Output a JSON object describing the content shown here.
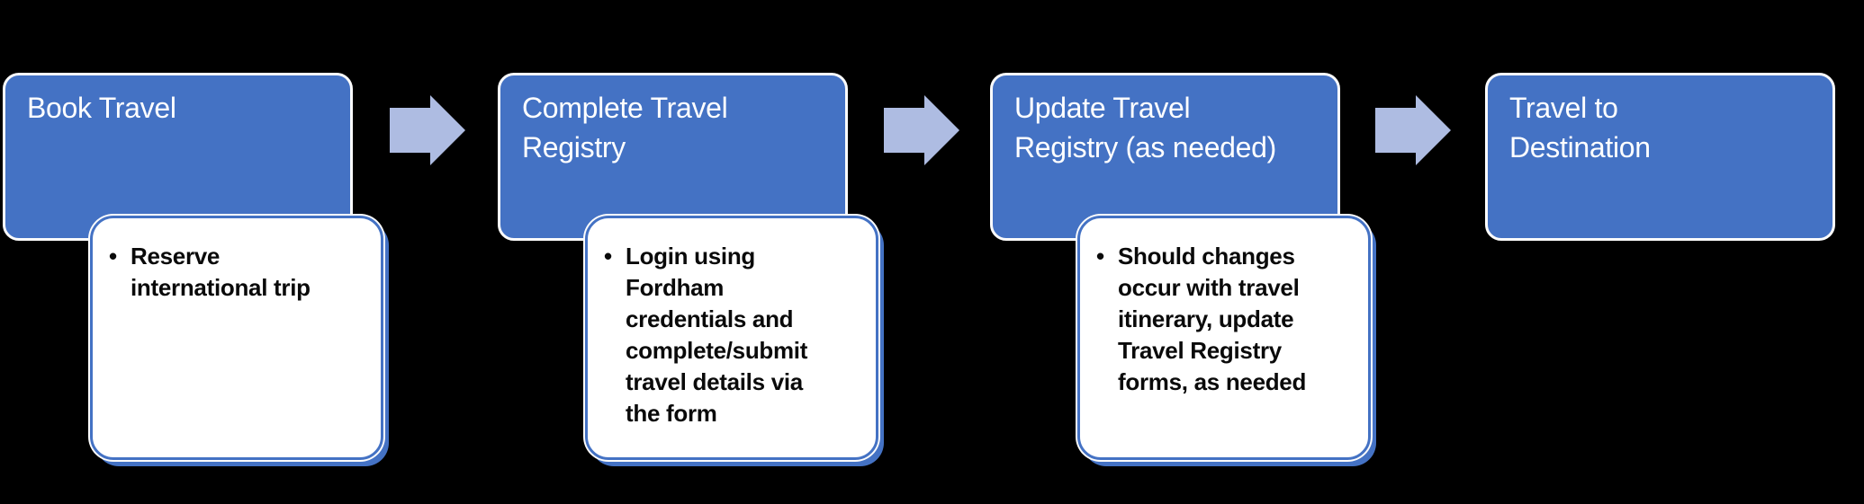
{
  "page": {
    "background": "#000000",
    "description": "Travel registry process flow diagram"
  },
  "colors": {
    "stage_box_fill": "#4472C4",
    "stage_box_outline": "#FCFCFC",
    "detail_box_fill": "#FFFFFF",
    "detail_box_border": "#4472C4",
    "arrow_fill": "#AEBCE2",
    "title_text": "#FFFFFF",
    "detail_text": "#0A0A0A"
  },
  "diagram": {
    "type": "horizontal-process-flow",
    "bullet_marker": "•",
    "stages": [
      {
        "title": "Book Travel",
        "detail": "Reserve\ninternational trip"
      },
      {
        "title": "Complete Travel\nRegistry",
        "detail": "Login using\nFordham\ncredentials and\ncomplete/submit\ntravel details via\nthe form"
      },
      {
        "title": "Update Travel\nRegistry (as needed)",
        "detail": "Should changes\noccur with travel\nitinerary, update\nTravel Registry\nforms, as needed"
      },
      {
        "title": "Travel to\nDestination",
        "detail": null
      }
    ]
  }
}
